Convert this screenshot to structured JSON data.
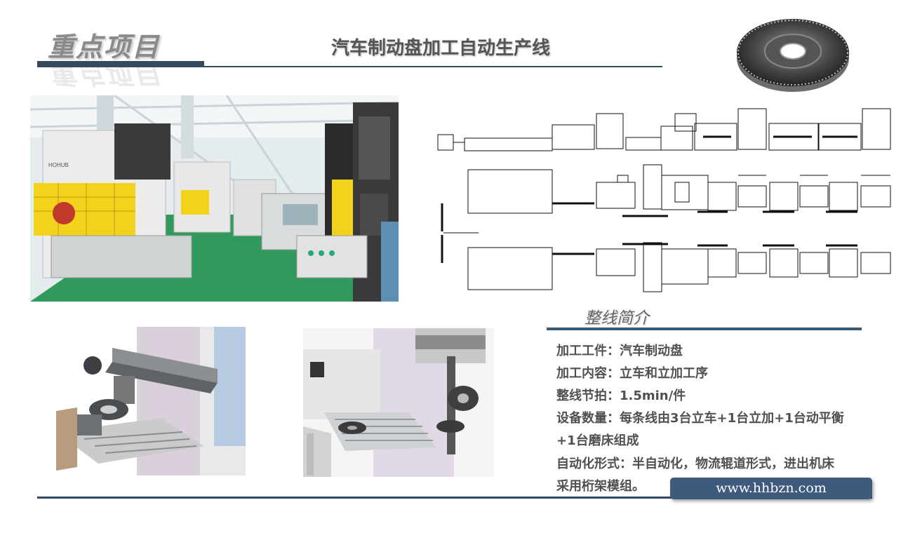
{
  "header": {
    "section_tag": "重点项目",
    "title": "汽车制动盘加工自动生产线"
  },
  "intro": {
    "heading": "整线简介",
    "specs": [
      "加工工件：汽车制动盘",
      "加工内容：立车和立加工序",
      "整线节拍：1.5min/件",
      "设备数量：每条线由3台立车+1台立加+1台动平衡",
      "+1台磨床组成",
      "自动化形式：半自动化，物流辊道形式，进出机床",
      "采用桁架模组。"
    ]
  },
  "footer": {
    "website": "www.hhbzn.com"
  },
  "images": {
    "factory_photo": {
      "machine_logo": "HOHUB"
    }
  },
  "colors": {
    "accent": "#34495e",
    "badge": "#3e5a7c",
    "guard_yellow": "#f2d21b",
    "floor_green": "#2f9a5b"
  }
}
